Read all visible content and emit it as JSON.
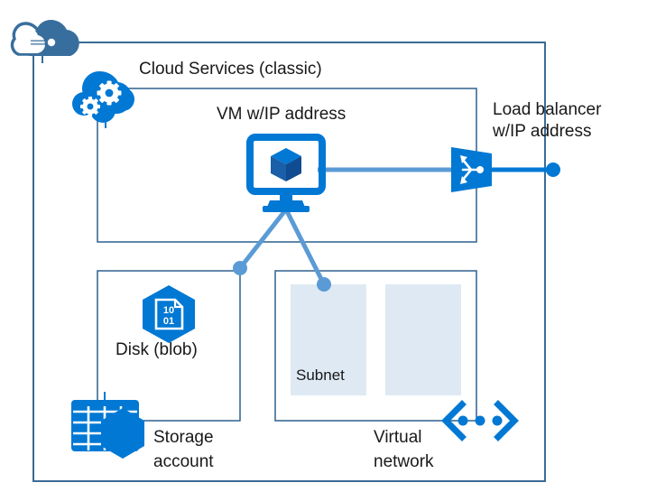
{
  "diagram": {
    "title": "Azure Cloud Services (classic) deployment architecture",
    "colors": {
      "azure_blue": "#0078D4",
      "subscription_blue": "#386E9D",
      "connector_blue": "#5B9BD5",
      "box_border": "#3A6B96",
      "subnet_fill": "#DEE9F4",
      "text": "#191919",
      "white": "#FFFFFF"
    },
    "boxes": [
      {
        "name": "subscription-box",
        "label": ""
      },
      {
        "name": "cloud-services-box",
        "label": "Cloud Services (classic)"
      },
      {
        "name": "disk-box",
        "label": "Disk (blob)"
      },
      {
        "name": "virtual-network-box",
        "label": "Virtual network"
      }
    ],
    "labels": {
      "cloud_services": "Cloud Services (classic)",
      "vm": "VM w/IP address",
      "load_balancer_line1": "Load balancer",
      "load_balancer_line2": "w/IP address",
      "disk": "Disk (blob)",
      "storage_line1": "Storage",
      "storage_line2": "account",
      "subnet": "Subnet",
      "vnet_line1": "Virtual",
      "vnet_line2": "network"
    },
    "icons": {
      "subscription": "cloud-subscription-icon",
      "cloud_services": "cloud-gears-icon",
      "vm": "virtual-machine-monitor-icon",
      "load_balancer": "load-balancer-icon",
      "disk": "disk-blob-hexagon-icon",
      "storage": "storage-account-table-icon",
      "vnet": "virtual-network-brackets-icon"
    }
  }
}
